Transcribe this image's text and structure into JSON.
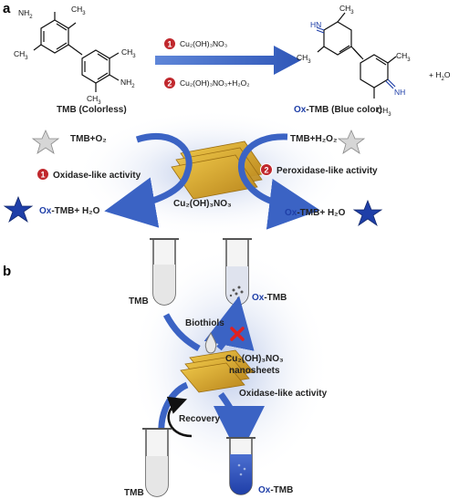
{
  "panels": {
    "a": "a",
    "b": "b"
  },
  "chem": {
    "ch3": "CH",
    "three": "3",
    "nh2": "NH",
    "two": "2",
    "hn": "HN",
    "nh": "NH",
    "plus_h2o": "+ H",
    "h2o_2": "2",
    "h2o_o": "O"
  },
  "steps": {
    "one": "1",
    "two": "2",
    "reagent1": "Cu₂(OH)₃NO₃",
    "reagent2": "Cu₂(OH)₃NO₃+H₂O₂"
  },
  "labels": {
    "tmb_colorless": "TMB (Colorless)",
    "ox": "Ox",
    "tmb_blue": "-TMB (Blue color)",
    "tmb_o2": "TMB+O₂",
    "tmb_h2o2": "TMB+H₂O₂",
    "oxidase": "Oxidase-like activity",
    "peroxidase": "Peroxidase-like activity",
    "catalyst": "Cu₂(OH)₃NO₃",
    "ox_tmb_h2o": "-TMB+ H₂O",
    "tmb": "TMB",
    "ox_tmb": "-TMB",
    "biothiols": "Biothiols",
    "nanosheets_1": "Cu₂(OH)₃NO₃",
    "nanosheets_2": "nanosheets",
    "oxidase_b": "Oxidase-like activity",
    "recovery": "Recovery"
  },
  "colors": {
    "accent_blue": "#1f3fa8",
    "arrow_blue": "#3b63c4",
    "badge_red": "#c0282d",
    "sheet_gold": "#d9a227",
    "cross_red": "#e02020"
  }
}
